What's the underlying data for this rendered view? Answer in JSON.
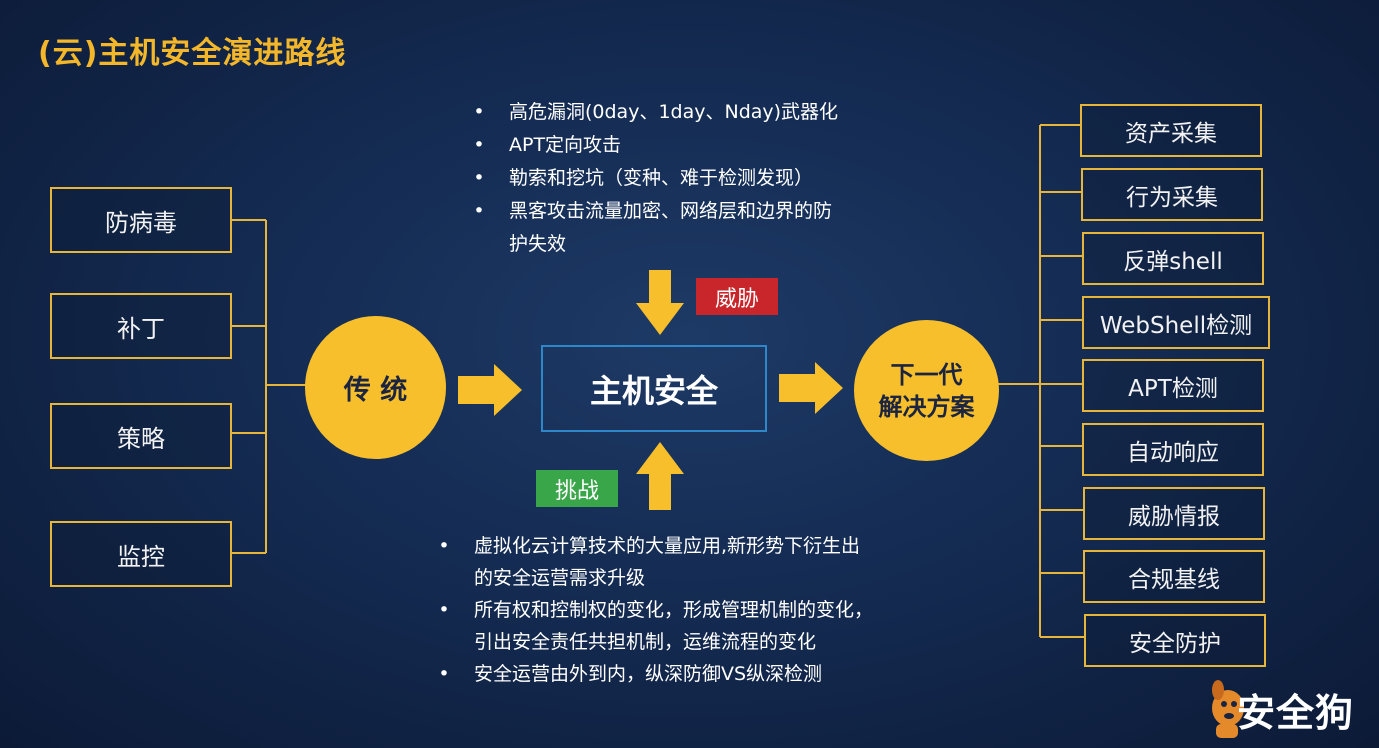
{
  "title": "(云)主机安全演进路线",
  "left_items": [
    "防病毒",
    "补丁",
    "策略",
    "监控"
  ],
  "traditional": "传 统",
  "center": "主机安全",
  "threat_tag": "威胁",
  "challenge_tag": "挑战",
  "next_gen": {
    "line1": "下一代",
    "line2": "解决方案"
  },
  "threat_bullets": [
    "高危漏洞(0day、1day、Nday)武器化",
    "APT定向攻击",
    "勒索和挖坑（变种、难于检测发现）",
    "黑客攻击流量加密、网络层和边界的防\n护失效"
  ],
  "challenge_bullets": [
    "虚拟化云计算技术的大量应用,新形势下衍生出\n的安全运营需求升级",
    "所有权和控制权的变化，形成管理机制的变化，\n引出安全责任共担机制，运维流程的变化",
    "安全运营由外到内，纵深防御VS纵深检测"
  ],
  "bullet_symbol": "•",
  "right_items": [
    "资产采集",
    "行为采集",
    "反弹shell",
    "WebShell检测",
    "APT检测",
    "自动响应",
    "威胁情报",
    "合规基线",
    "安全防护"
  ],
  "brand": "安全狗",
  "colors": {
    "accent": "#f7bf2b",
    "threat": "#c9262b",
    "challenge": "#3aa64a",
    "center_border": "#2f86c9"
  }
}
